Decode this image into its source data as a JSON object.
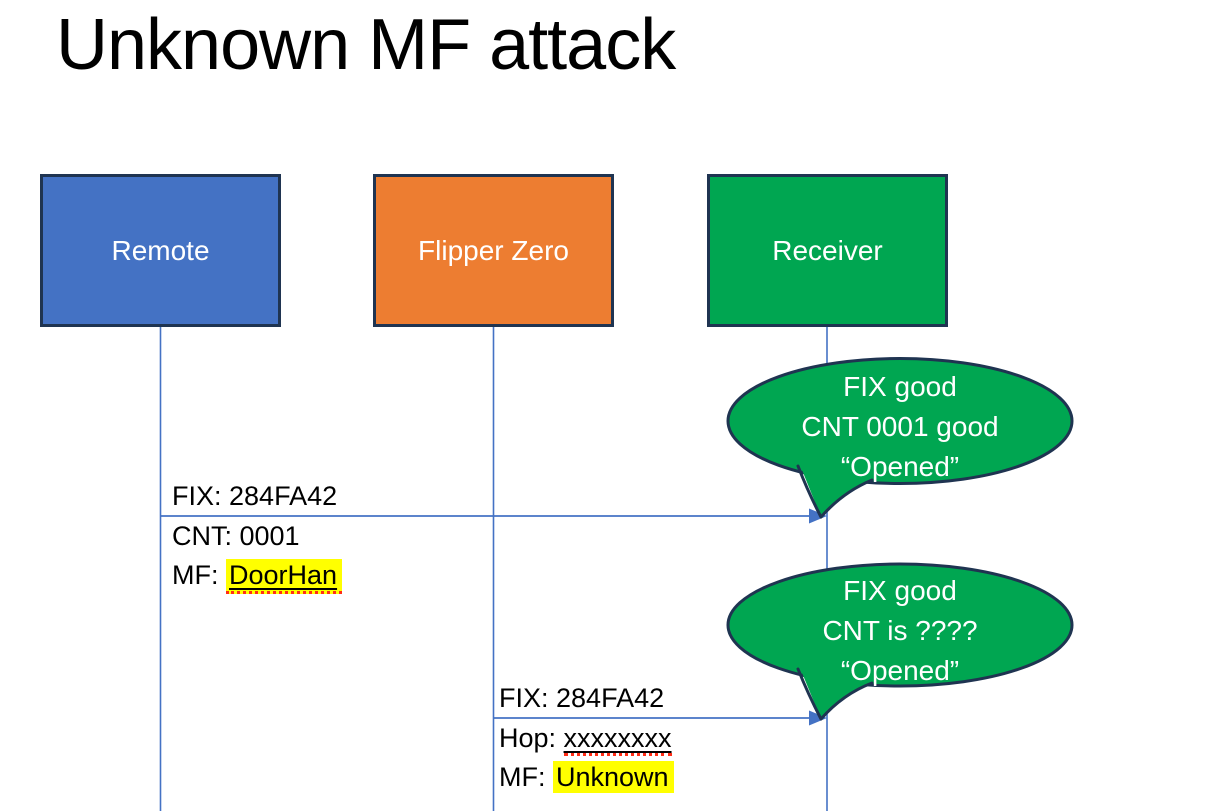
{
  "title": "Unknown MF attack",
  "colors": {
    "actor_remote_fill": "#4472C4",
    "actor_flipper_fill": "#ED7D31",
    "actor_receiver_fill": "#00A651",
    "shape_border": "#1F3451",
    "lifeline_arrow": "#4472C4",
    "callout_fill": "#00A651",
    "highlight": "#FFFF00",
    "squiggle": "#FF2D16",
    "text_dark": "#000000",
    "text_light": "#FFFFFF"
  },
  "actors": [
    {
      "id": "remote",
      "label": "Remote"
    },
    {
      "id": "flipper-zero",
      "label": "Flipper Zero"
    },
    {
      "id": "receiver",
      "label": "Receiver"
    }
  ],
  "messages": [
    {
      "from": "Remote",
      "to": "Receiver",
      "lines": [
        {
          "prefix": "FIX: ",
          "value": "284FA42",
          "style": "plain"
        },
        {
          "prefix": "CNT: ",
          "value": "0001",
          "style": "plain"
        },
        {
          "prefix": "MF: ",
          "value": "DoorHan",
          "style": "highlight-underline-squiggle"
        }
      ]
    },
    {
      "from": "Flipper Zero",
      "to": "Receiver",
      "lines": [
        {
          "prefix": "FIX: ",
          "value": "284FA42",
          "style": "plain"
        },
        {
          "prefix": "Hop: ",
          "value": "xxxxxxxx",
          "style": "underline-squiggle"
        },
        {
          "prefix": "MF: ",
          "value": "Unknown",
          "style": "highlight"
        }
      ]
    }
  ],
  "callouts": [
    {
      "speaker": "Receiver",
      "lines": [
        "FIX good",
        "CNT 0001 good",
        "“Opened”"
      ]
    },
    {
      "speaker": "Receiver",
      "lines": [
        "FIX good",
        "CNT is ????",
        "“Opened”"
      ]
    }
  ]
}
